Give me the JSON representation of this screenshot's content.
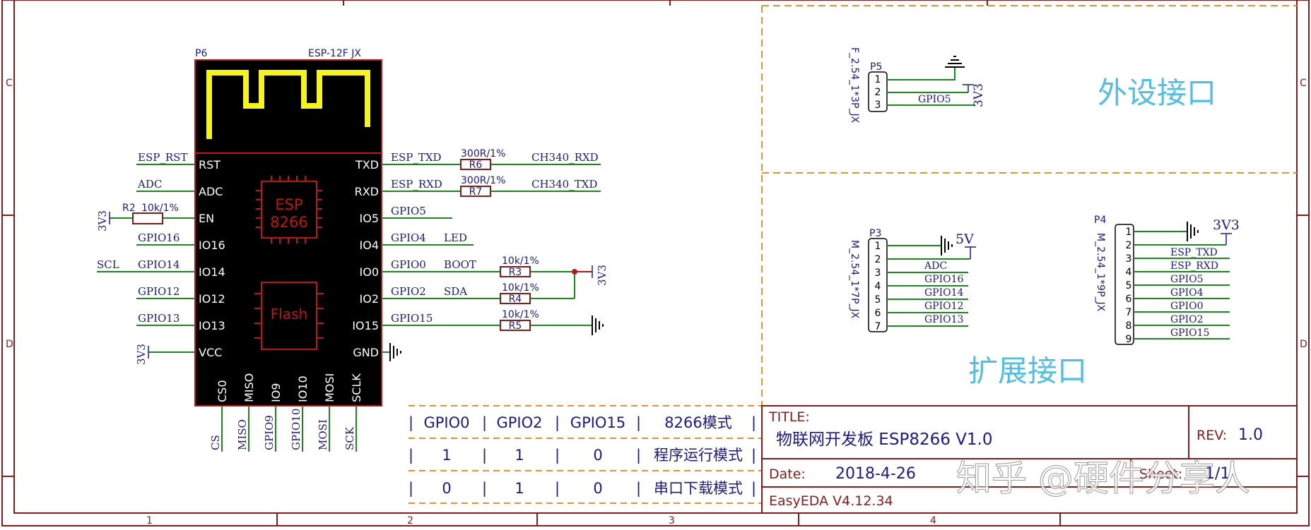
{
  "frame": {
    "row_letters": [
      "C",
      "D"
    ],
    "col_numbers": [
      "1",
      "2",
      "3",
      "4"
    ]
  },
  "module": {
    "designator": "P6",
    "part": "ESP-12F  JX",
    "chip_top": "ESP",
    "chip_bottom": "8266",
    "flash": "Flash",
    "left_pins": [
      "RST",
      "ADC",
      "EN",
      "IO16",
      "IO14",
      "IO12",
      "IO13",
      "VCC"
    ],
    "right_pins": [
      "TXD",
      "RXD",
      "IO5",
      "IO4",
      "IO0",
      "IO2",
      "IO15",
      "GND"
    ],
    "bottom_pins": [
      "CS0",
      "MISO",
      "IO9",
      "IO10",
      "MOSI",
      "SCLK"
    ],
    "bottom_nets": [
      "CS",
      "MISO",
      "GPIO9",
      "GPIO10",
      "MOSI",
      "SCK"
    ]
  },
  "left_nets": {
    "rst": "ESP_RST",
    "adc": "ADC",
    "en_res": "R2",
    "en_val": "10k/1%",
    "en_pwr": "3V3",
    "io16": "GPIO16",
    "scl": "SCL",
    "io14": "GPIO14",
    "io12": "GPIO12",
    "io13": "GPIO13",
    "vcc_pwr": "3V3"
  },
  "right_nets": {
    "txd_net": "ESP_TXD",
    "txd_val": "300R/1%",
    "txd_res": "R6",
    "txd_out": "CH340_RXD",
    "rxd_net": "ESP_RXD",
    "rxd_val": "300R/1%",
    "rxd_res": "R7",
    "rxd_out": "CH340_TXD",
    "io5": "GPIO5",
    "io4": "GPIO4",
    "led": "LED",
    "io0": "GPIO0",
    "boot": "BOOT",
    "r3_val": "10k/1%",
    "r3": "R3",
    "io2": "GPIO2",
    "sda": "SDA",
    "r4_val": "10k/1%",
    "r4": "R4",
    "io15": "GPIO15",
    "r5_val": "10k/1%",
    "r5": "R5",
    "pull_pwr": "3V3"
  },
  "boot_table": {
    "headers": [
      "GPIO0",
      "GPIO2",
      "GPIO15",
      "8266模式"
    ],
    "rows": [
      [
        "1",
        "1",
        "0",
        "程序运行模式"
      ],
      [
        "0",
        "1",
        "0",
        "串口下载模式"
      ]
    ]
  },
  "title_block": {
    "title_label": "TITLE:",
    "title_value": "物联网开发板 ESP8266 V1.0",
    "rev_label": "REV:",
    "rev_value": "1.0",
    "date_label": "Date:",
    "date_value": "2018-4-26",
    "sheet_label": "Sheet:",
    "sheet_value": "1/1",
    "tool": "EasyEDA V4.12.34"
  },
  "p5": {
    "designator": "P5",
    "footprint": "F_2.54_1*3P_JX",
    "pins": [
      "1",
      "2",
      "3"
    ],
    "net": "GPIO5",
    "pwr": "3V3",
    "section_title": "外设接口"
  },
  "p3": {
    "designator": "P3",
    "footprint": "M_2.54_1*7P_JX",
    "pins": [
      "1",
      "2",
      "3",
      "4",
      "5",
      "6",
      "7"
    ],
    "pwr": "5V",
    "nets": [
      "ADC",
      "GPIO16",
      "GPIO14",
      "GPIO12",
      "GPIO13"
    ]
  },
  "p4": {
    "designator": "P4",
    "footprint": "M_2.54_1*9P_JX",
    "pins": [
      "1",
      "2",
      "3",
      "4",
      "5",
      "6",
      "7",
      "8",
      "9"
    ],
    "pwr": "3V3",
    "nets": [
      "ESP_TXD",
      "ESP_RXD",
      "GPIO5",
      "GPIO4",
      "GPIO0",
      "GPIO2",
      "GPIO15"
    ]
  },
  "expansion_title": "扩展接口",
  "watermark": "知乎 @硬件分享人",
  "colors": {
    "frame": "#8b1a1a",
    "wire": "#1a8a1a",
    "net_label": "#1a1a8c",
    "dash": "#e8922e",
    "module_bg": "#000000",
    "antenna": "#f5f51a",
    "chip": "#c01515",
    "section_title": "#4fbfe6"
  }
}
